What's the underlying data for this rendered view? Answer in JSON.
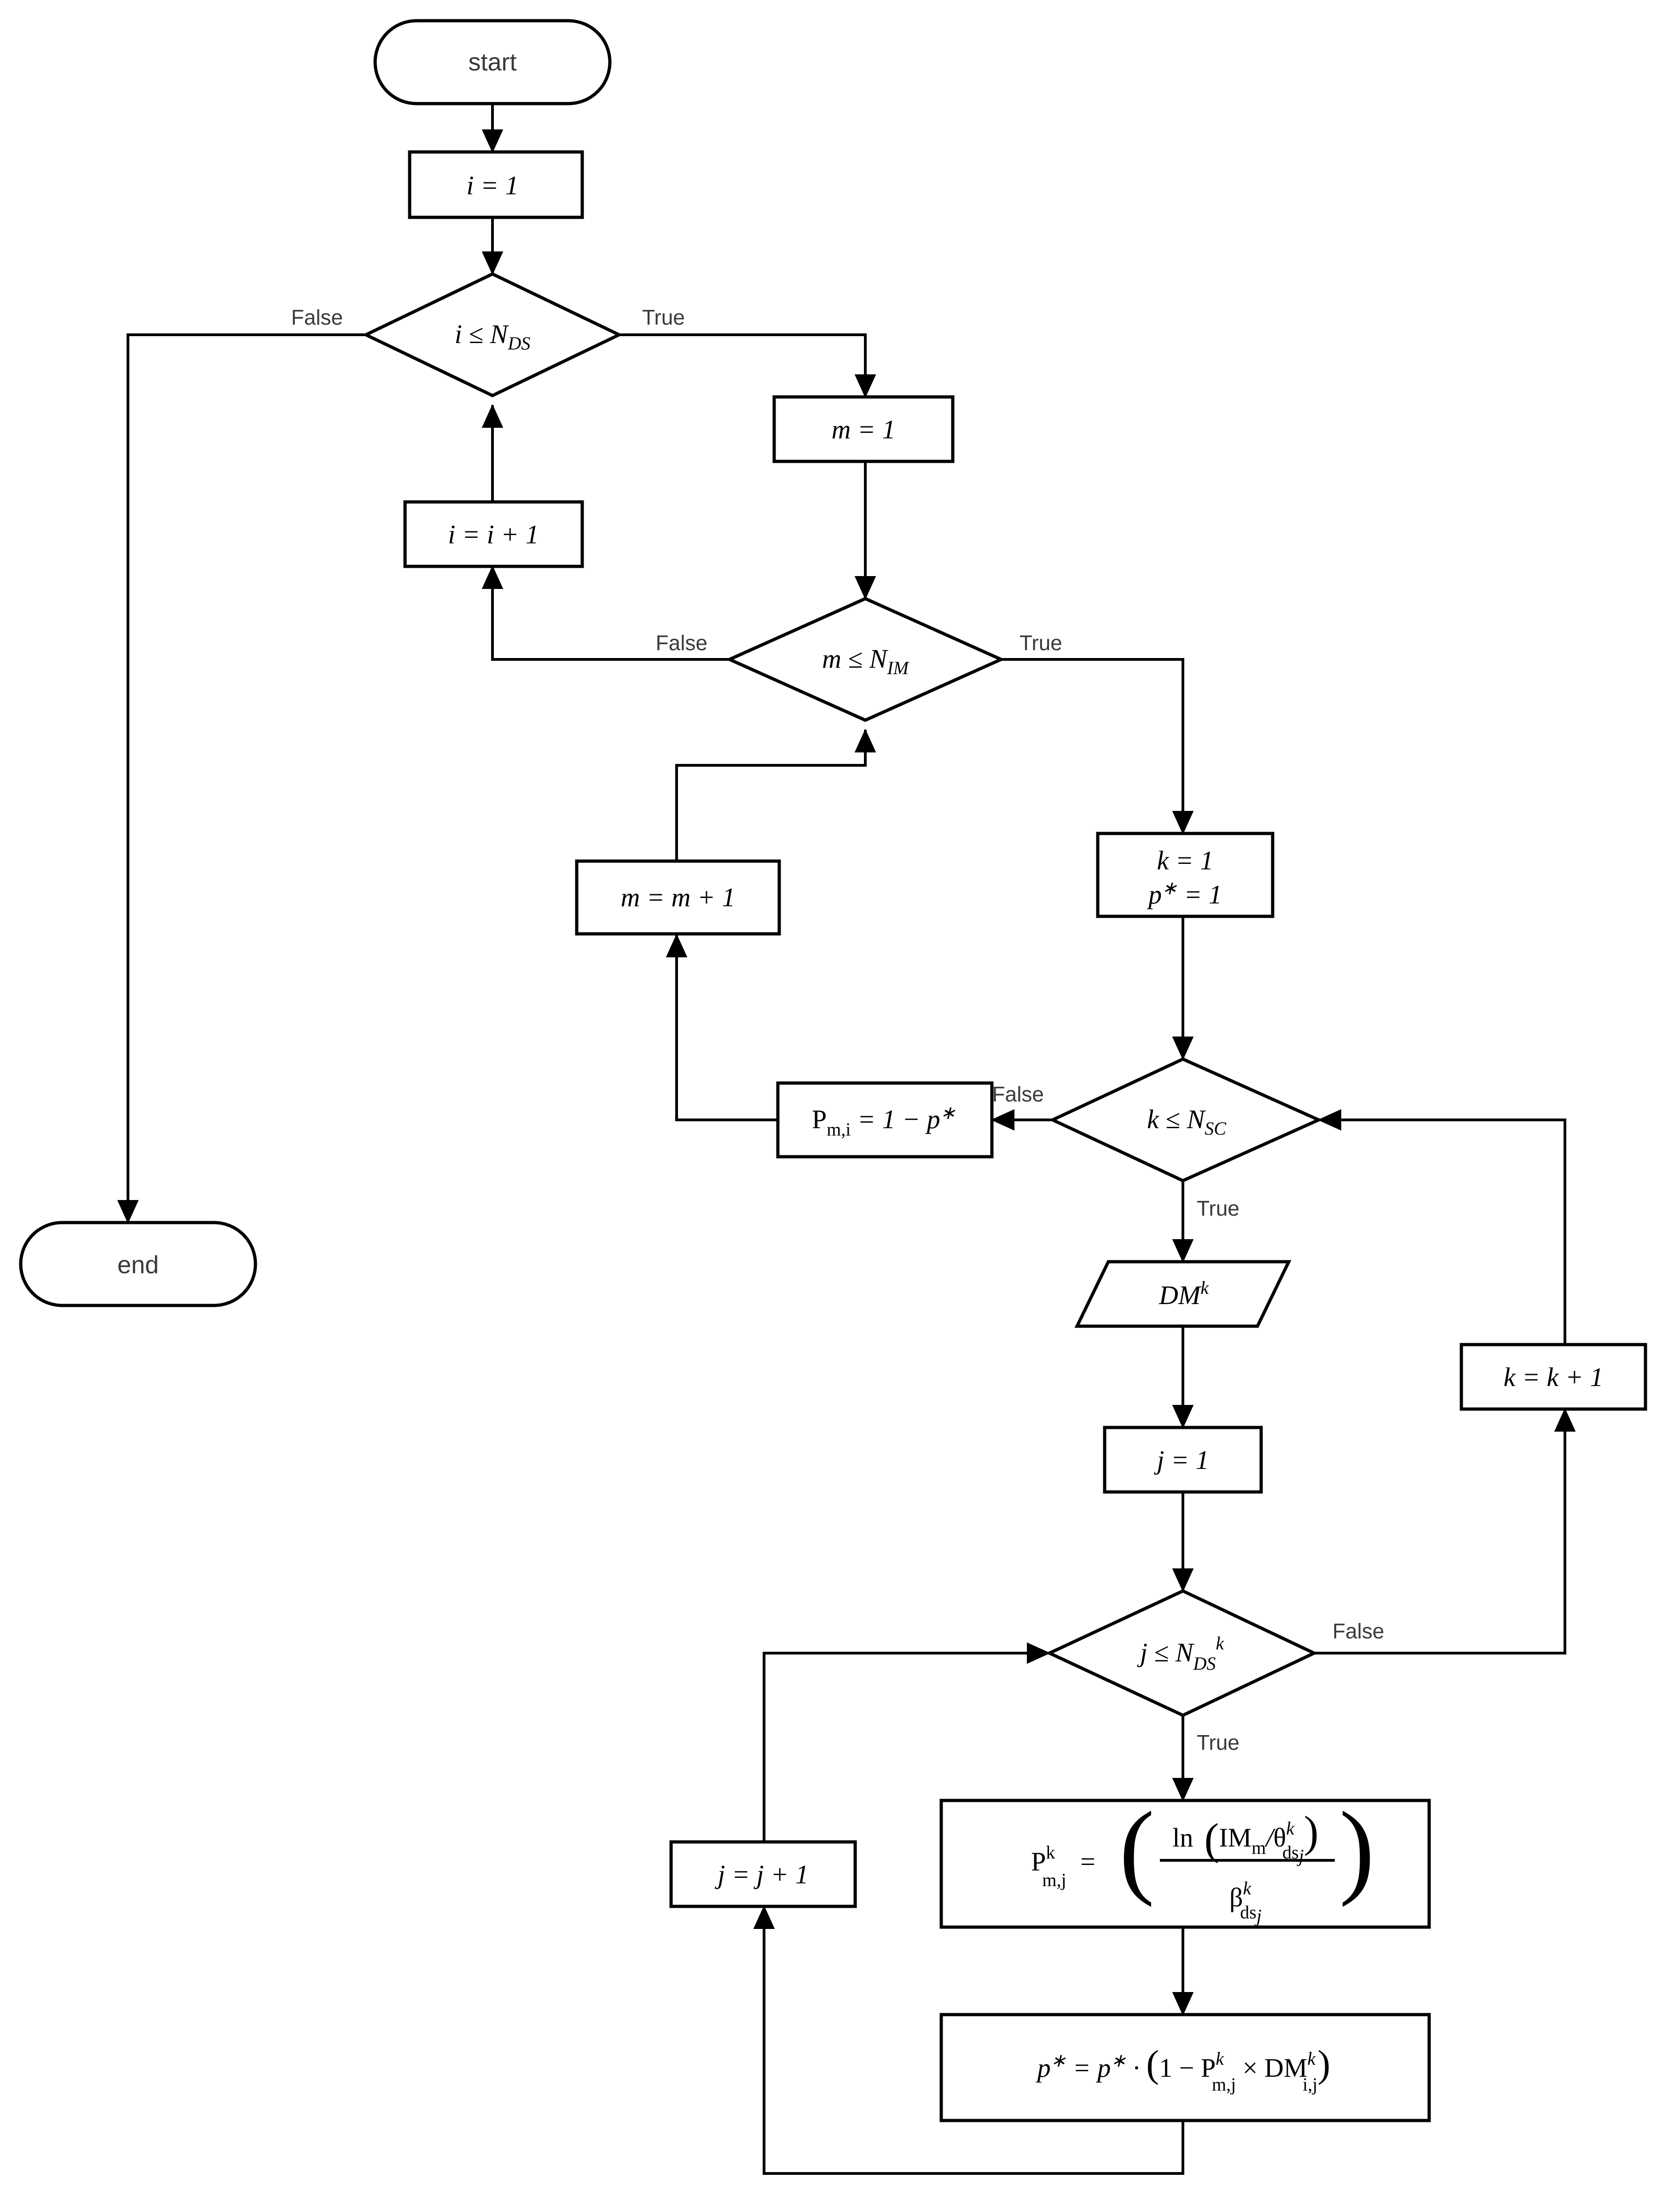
{
  "diagram": {
    "type": "flowchart",
    "title": "Fragility / damage-state probability computation flowchart",
    "edge_labels": {
      "true": "True",
      "false": "False"
    },
    "nodes": [
      {
        "id": "start",
        "shape": "terminator",
        "text": "start"
      },
      {
        "id": "i-init",
        "shape": "process",
        "text": "i = 1"
      },
      {
        "id": "i-cond",
        "shape": "decision",
        "text": "i ≤ N",
        "sub": "DS"
      },
      {
        "id": "i-incr",
        "shape": "process",
        "text": "i = i + 1"
      },
      {
        "id": "m-init",
        "shape": "process",
        "text": "m = 1"
      },
      {
        "id": "m-cond",
        "shape": "decision",
        "text": "m ≤ N",
        "sub": "IM"
      },
      {
        "id": "m-incr",
        "shape": "process",
        "text": "m = m + 1"
      },
      {
        "id": "k-init",
        "shape": "process",
        "line1": "k = 1",
        "line2": "p* = 1"
      },
      {
        "id": "k-cond",
        "shape": "decision",
        "text": "k ≤ N",
        "sub": "SC"
      },
      {
        "id": "pmi",
        "shape": "process",
        "text": "P(m,i) = 1 − p*"
      },
      {
        "id": "dm-k",
        "shape": "data",
        "text": "DM",
        "sup": "k"
      },
      {
        "id": "j-init",
        "shape": "process",
        "text": "j = 1"
      },
      {
        "id": "j-cond",
        "shape": "decision",
        "text": "j ≤ N",
        "sub": "DS",
        "sup": "k"
      },
      {
        "id": "k-incr",
        "shape": "process",
        "text": "k = k + 1"
      },
      {
        "id": "j-incr",
        "shape": "process",
        "text": "j = j + 1"
      },
      {
        "id": "p-formula",
        "shape": "process",
        "text": "P(k,m,j) = ( ln( IM_m / θ^k_ds_j ) / β^k_ds_j )"
      },
      {
        "id": "pstar-update",
        "shape": "process",
        "text": "p* = p* · ( 1 − P^k_m,j × DM^k_i,j )"
      },
      {
        "id": "end",
        "shape": "terminator",
        "text": "end"
      }
    ],
    "edges": [
      {
        "from": "start",
        "to": "i-init",
        "label": ""
      },
      {
        "from": "i-init",
        "to": "i-cond",
        "label": ""
      },
      {
        "from": "i-cond",
        "to": "end",
        "label": "False"
      },
      {
        "from": "i-cond",
        "to": "m-init",
        "label": "True"
      },
      {
        "from": "i-incr",
        "to": "i-cond",
        "label": ""
      },
      {
        "from": "m-init",
        "to": "m-cond",
        "label": ""
      },
      {
        "from": "m-cond",
        "to": "i-incr",
        "label": "False"
      },
      {
        "from": "m-cond",
        "to": "k-init",
        "label": "True"
      },
      {
        "from": "m-incr",
        "to": "m-cond",
        "label": ""
      },
      {
        "from": "k-init",
        "to": "k-cond",
        "label": ""
      },
      {
        "from": "k-cond",
        "to": "pmi",
        "label": "False"
      },
      {
        "from": "k-cond",
        "to": "dm-k",
        "label": "True"
      },
      {
        "from": "pmi",
        "to": "m-incr",
        "label": ""
      },
      {
        "from": "dm-k",
        "to": "j-init",
        "label": ""
      },
      {
        "from": "j-init",
        "to": "j-cond",
        "label": ""
      },
      {
        "from": "j-cond",
        "to": "k-incr",
        "label": "False"
      },
      {
        "from": "j-cond",
        "to": "p-formula",
        "label": "True"
      },
      {
        "from": "k-incr",
        "to": "k-cond",
        "label": ""
      },
      {
        "from": "p-formula",
        "to": "pstar-update",
        "label": ""
      },
      {
        "from": "pstar-update",
        "to": "j-incr",
        "label": ""
      },
      {
        "from": "j-incr",
        "to": "j-cond",
        "label": ""
      }
    ],
    "symbols": {
      "start_label": "start",
      "end_label": "end",
      "i_init": "i = 1",
      "i_incr": "i = i + 1",
      "m_init": "m = 1",
      "m_incr": "m = m + 1",
      "k_init_l1": "k = 1",
      "k_init_l2": "p* = 1",
      "k_incr": "k = k + 1",
      "j_init": "j = 1",
      "j_incr": "j = j + 1",
      "cond_i": "i ≤ N_DS",
      "cond_m": "m ≤ N_IM",
      "cond_k": "k ≤ N_SC",
      "cond_j": "j ≤ N_DS^k",
      "pmi": "P_m,i = 1 − p*",
      "dmk": "DM^k",
      "formula_p": "P^k_m,j = ( ln( IM_m / θ^k_ds_j ) / β^k_ds_j )",
      "formula_pstar": "p* = p* · ( 1 − P^k_m,j × DM^k_i,j )"
    },
    "colors": {
      "stroke": "#000000",
      "fill": "#ffffff",
      "label_text": "#3a3a3a"
    }
  }
}
